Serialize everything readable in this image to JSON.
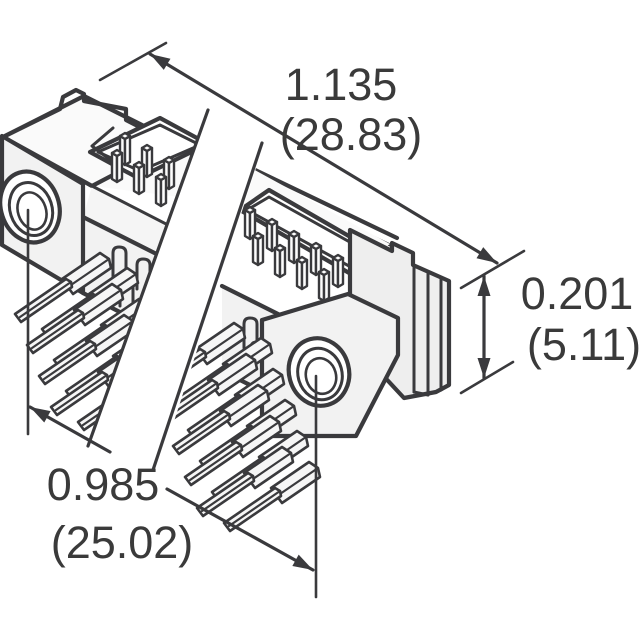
{
  "drawing": {
    "type": "isometric-dimension-drawing",
    "subject": "PCB header connector with jackscrew bosses and right-angle solder pins",
    "line_color": "#3a3a3d",
    "text_color": "#3a3a3a",
    "background": "#ffffff",
    "dimensions": {
      "length": {
        "inches": "1.135",
        "millimeters": "(28.83)"
      },
      "height": {
        "inches": "0.201",
        "millimeters": "(5.11)"
      },
      "span": {
        "inches": "0.985",
        "millimeters": "(25.02)"
      }
    }
  }
}
